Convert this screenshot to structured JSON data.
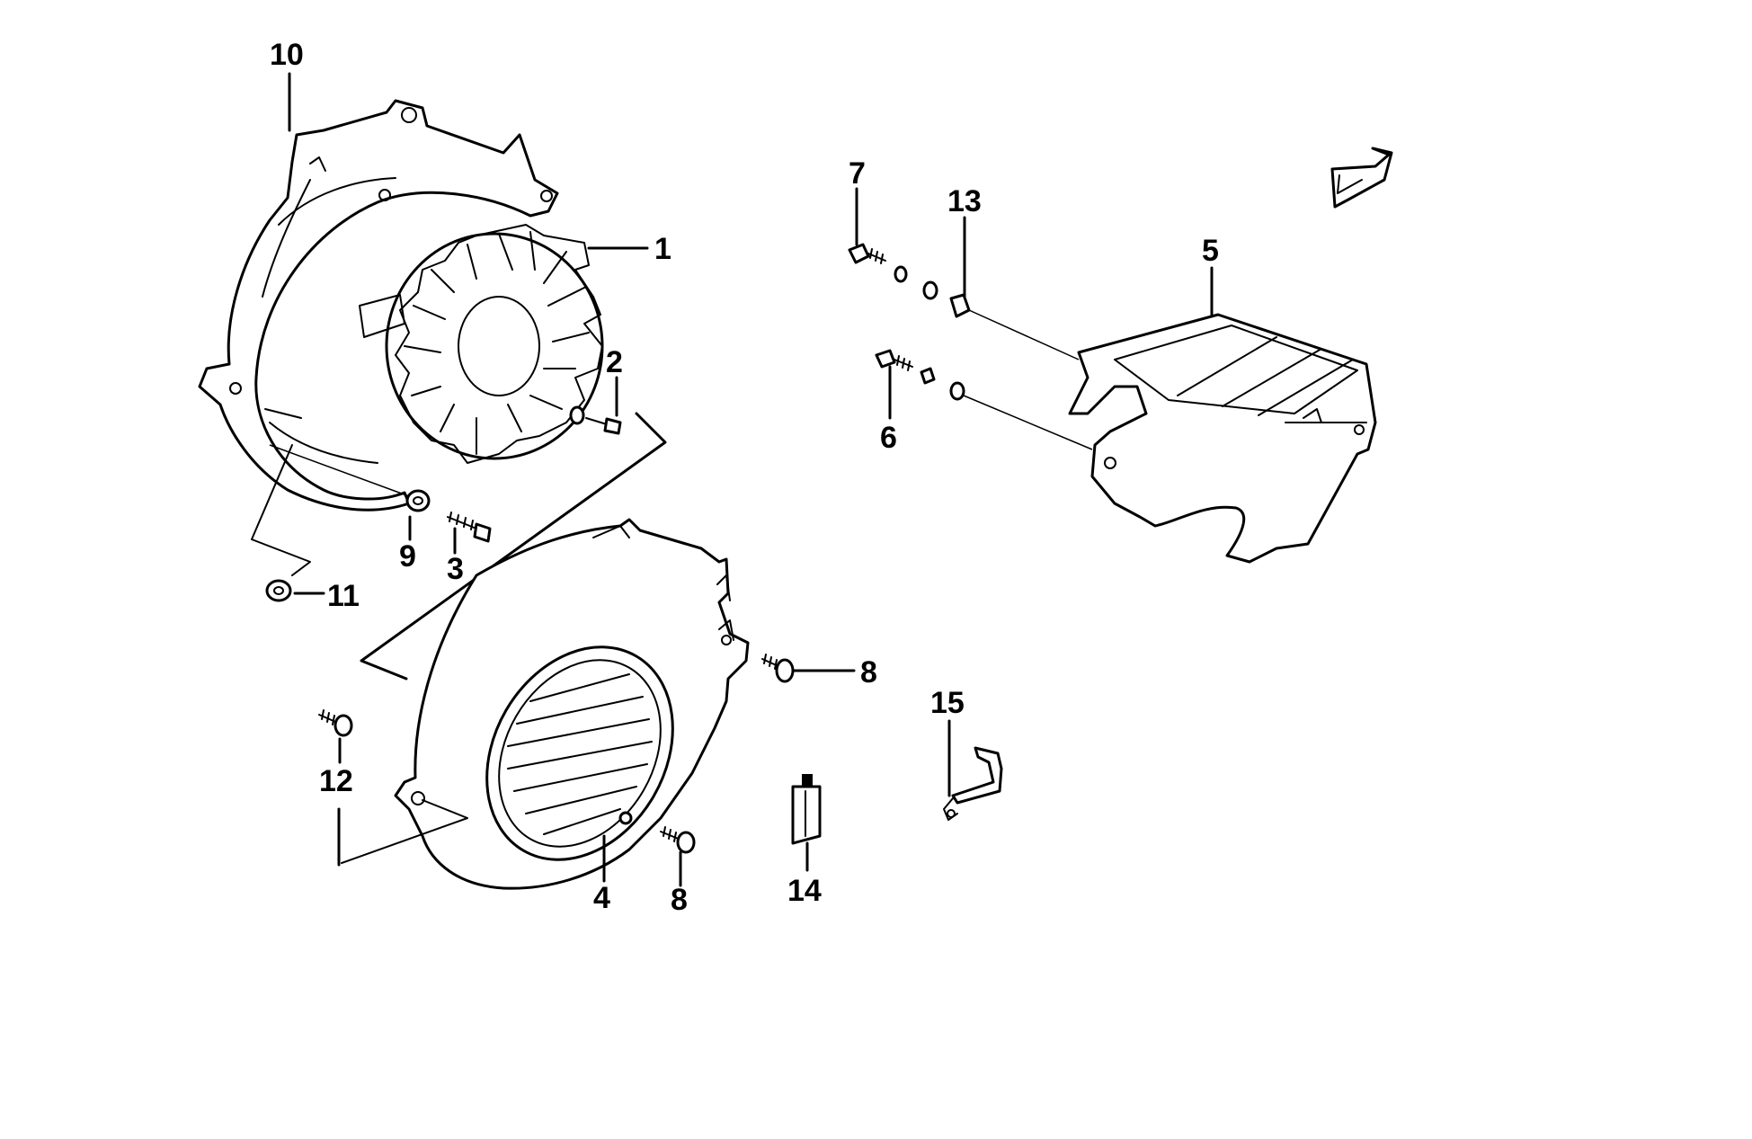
{
  "callouts": [
    {
      "id": "1",
      "text": "1"
    },
    {
      "id": "2",
      "text": "2"
    },
    {
      "id": "3",
      "text": "3"
    },
    {
      "id": "4",
      "text": "4"
    },
    {
      "id": "5",
      "text": "5"
    },
    {
      "id": "6",
      "text": "6"
    },
    {
      "id": "7",
      "text": "7"
    },
    {
      "id": "8a",
      "text": "8"
    },
    {
      "id": "8b",
      "text": "8"
    },
    {
      "id": "9",
      "text": "9"
    },
    {
      "id": "10",
      "text": "10"
    },
    {
      "id": "11",
      "text": "11"
    },
    {
      "id": "12",
      "text": "12"
    },
    {
      "id": "13",
      "text": "13"
    },
    {
      "id": "14",
      "text": "14"
    },
    {
      "id": "15",
      "text": "15"
    }
  ]
}
